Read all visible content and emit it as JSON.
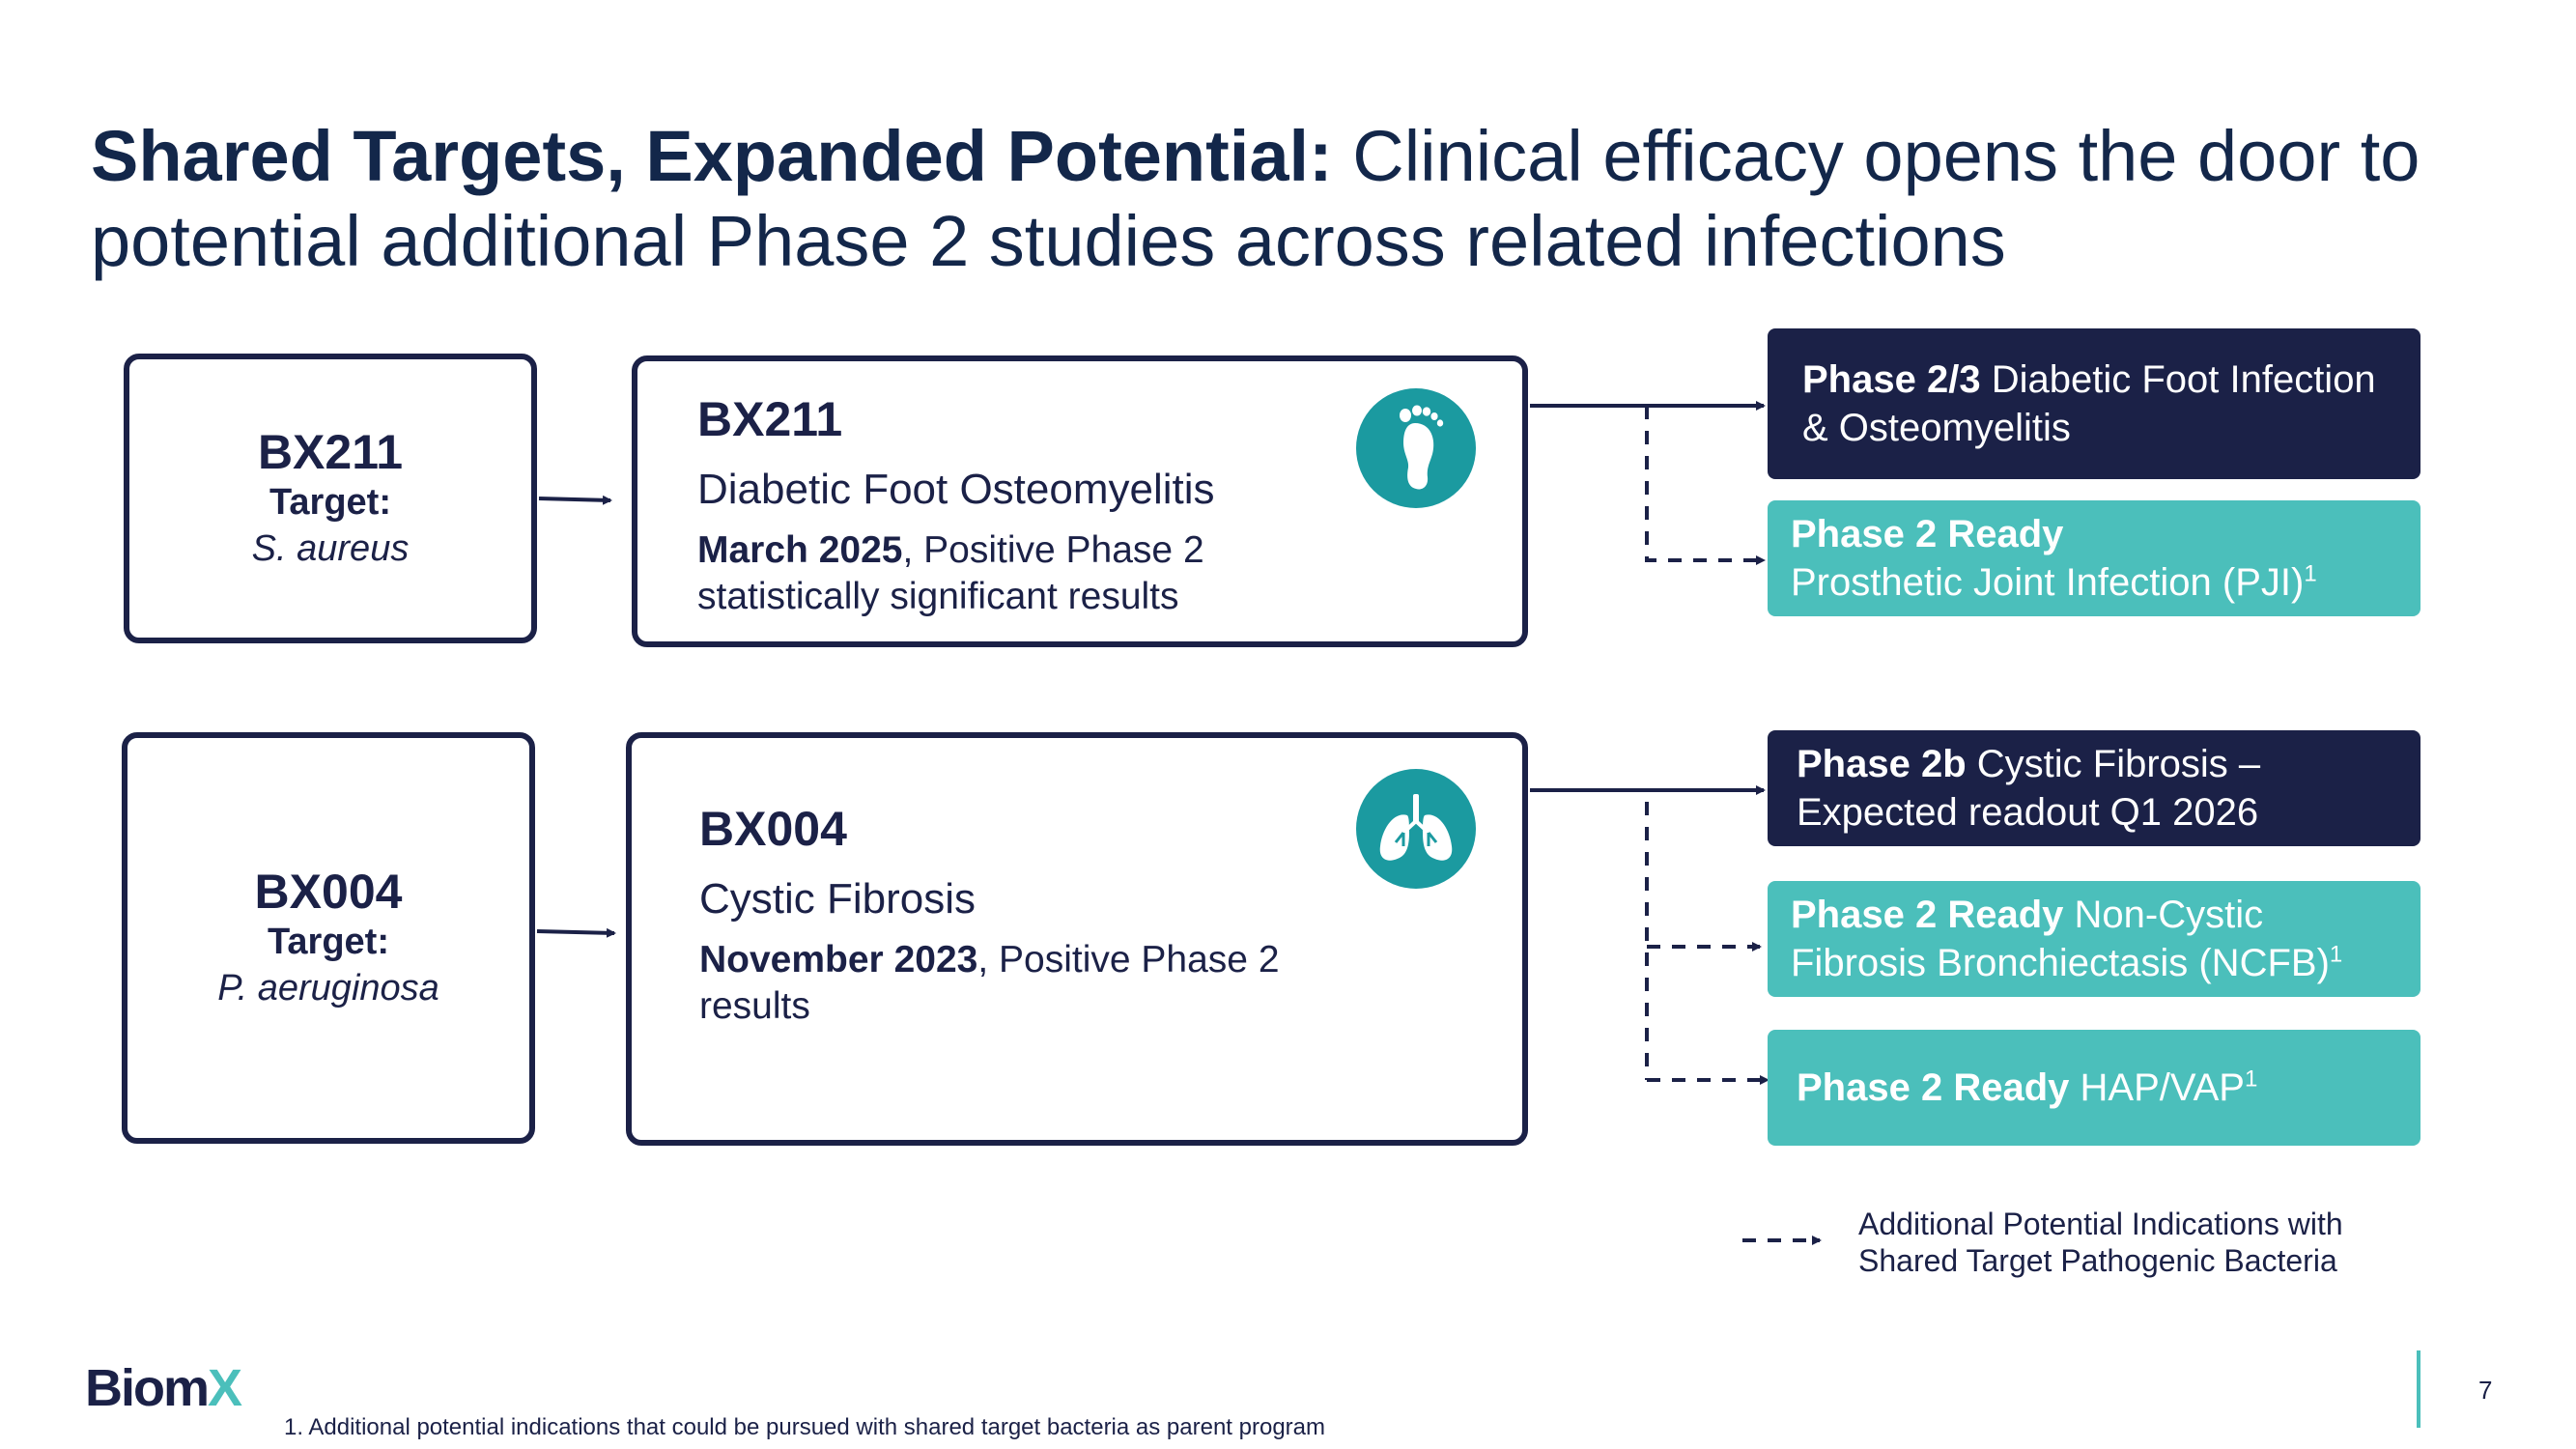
{
  "title": {
    "bold": "Shared Targets, Expanded Potential:",
    "regular": " Clinical efficacy opens the door to potential additional Phase 2 studies across related infections"
  },
  "programs": [
    {
      "target_box": {
        "name": "BX211",
        "target_label": "Target:",
        "organism": "S. aureus"
      },
      "detail": {
        "name": "BX211",
        "indication": "Diabetic Foot Osteomyelitis",
        "result_bold": "March 2025",
        "result_rest": ", Positive Phase 2 statistically significant results",
        "icon": "foot-icon"
      },
      "outcomes": [
        {
          "bold": "Phase 2/3",
          "text": " Diabetic Foot Infection & Osteomyelitis",
          "sup": "",
          "style": "dark"
        },
        {
          "bold": "Phase 2 Ready",
          "text": "Prosthetic Joint Infection (PJI)",
          "sup": "1",
          "style": "teal"
        }
      ]
    },
    {
      "target_box": {
        "name": "BX004",
        "target_label": "Target:",
        "organism": "P. aeruginosa"
      },
      "detail": {
        "name": "BX004",
        "indication": "Cystic Fibrosis",
        "result_bold": "November 2023",
        "result_rest": ", Positive Phase 2 results",
        "icon": "lungs-icon"
      },
      "outcomes": [
        {
          "bold": "Phase 2b",
          "text": " Cystic Fibrosis – Expected readout Q1 2026",
          "sup": "",
          "style": "dark"
        },
        {
          "bold": "Phase 2 Ready",
          "text": " Non-Cystic Fibrosis Bronchiectasis (NCFB)",
          "sup": "1",
          "style": "teal"
        },
        {
          "bold": "Phase 2 Ready",
          "text": " HAP/VAP",
          "sup": "1",
          "style": "teal"
        }
      ]
    }
  ],
  "legend": {
    "text": "Additional Potential Indications with Shared Target Pathogenic Bacteria"
  },
  "footer": {
    "logo_main": "Biom",
    "logo_accent": "X",
    "footnote": "1. Additional potential indications that could be pursued with shared target bacteria as parent program",
    "page_number": "7"
  },
  "colors": {
    "navy": "#1b2147",
    "teal": "#4bbfbb",
    "icon_teal": "#1b9aa0"
  }
}
